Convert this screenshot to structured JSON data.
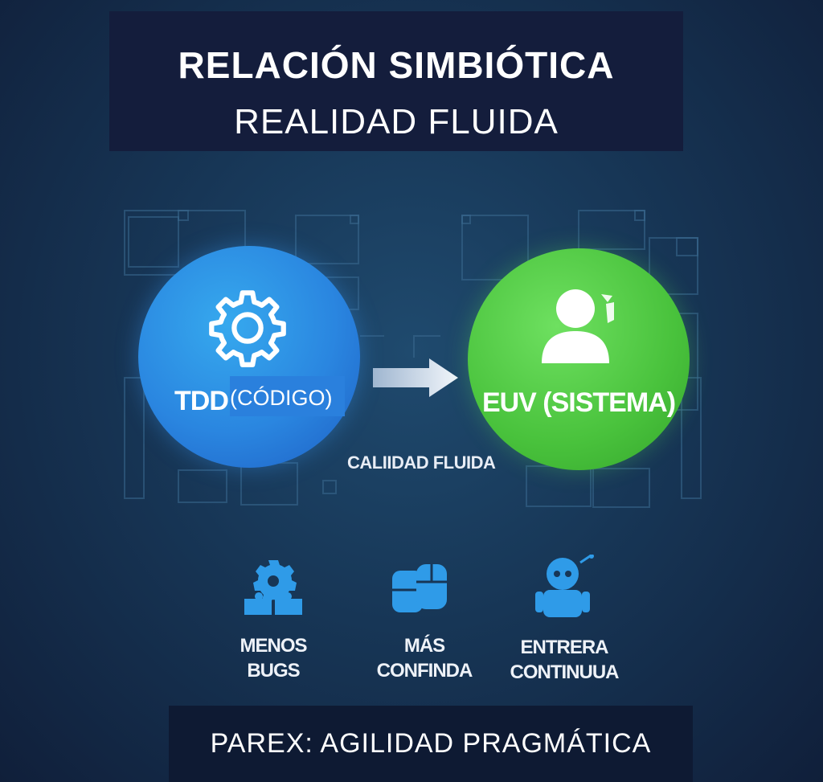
{
  "title": {
    "main": "RELACIÓN SIMBIÓTICA",
    "sub": "REALIDAD FLUIDA"
  },
  "left_node": {
    "label": "TDD",
    "sublabel": "(CÓDIGO)",
    "icon": "gear-icon",
    "color": "#2a86e0"
  },
  "right_node": {
    "label": "EUV (SISTEMA)",
    "icon": "user-icon",
    "color": "#49c23c"
  },
  "connector_caption": "CALIIDAD FLUIDA",
  "features": [
    {
      "icon": "gear-puzzle-icon",
      "label": "MENOS BUGS"
    },
    {
      "icon": "mouse-devices-icon",
      "label": "MÁS CONFINDA"
    },
    {
      "icon": "robot-icon",
      "label": "ENTRERA\nCONTINUUA"
    }
  ],
  "footer": "PAREX: AGILIDAD PRAGMÁTICA",
  "colors": {
    "accent_icon": "#2f9be8",
    "title_band": "#141d3c",
    "background": "#173656"
  }
}
